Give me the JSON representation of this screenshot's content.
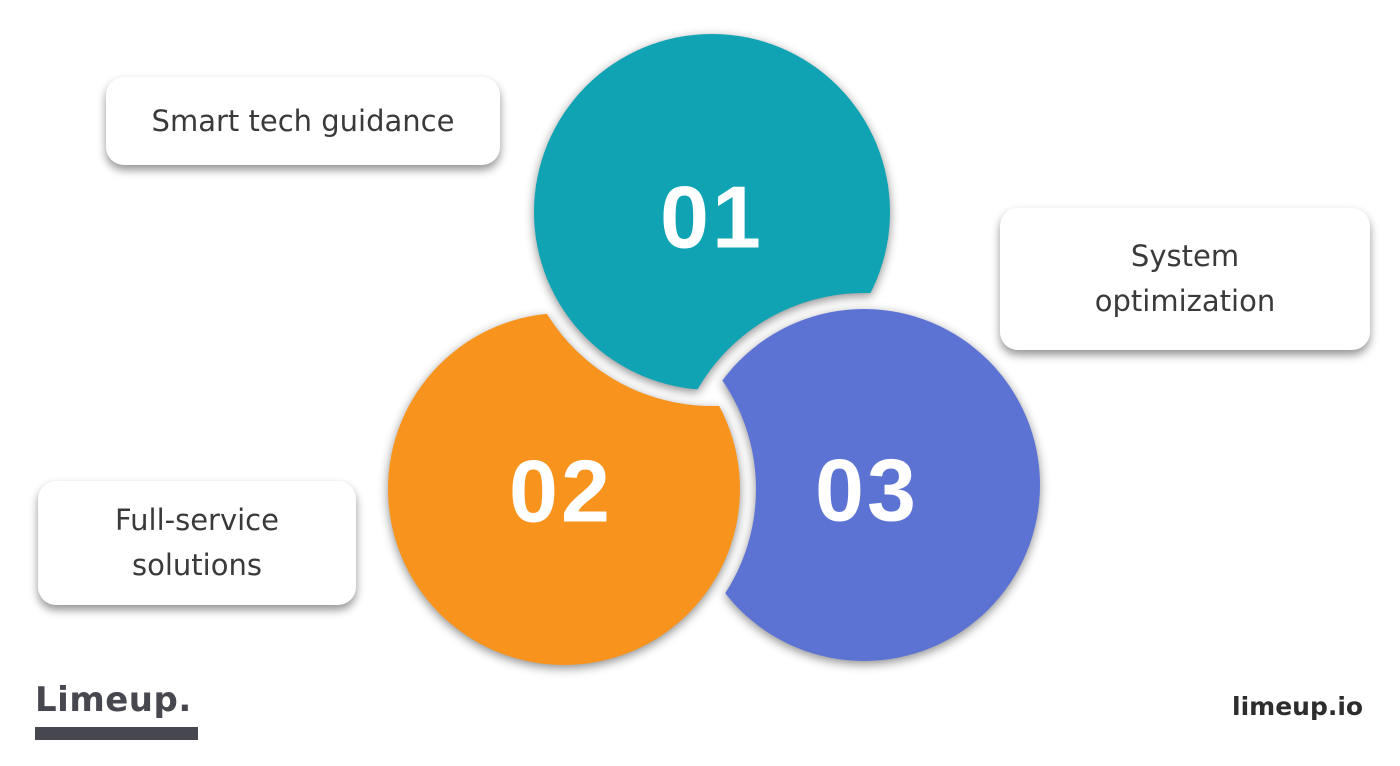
{
  "circles": [
    {
      "number": "01",
      "color": "#0FA3B3"
    },
    {
      "number": "02",
      "color": "#F8941E"
    },
    {
      "number": "03",
      "color": "#5C73D4"
    }
  ],
  "labels": [
    {
      "line1": "Smart tech guidance",
      "line2": ""
    },
    {
      "line1": "System",
      "line2": "optimization"
    },
    {
      "line1": "Full-service",
      "line2": "solutions"
    }
  ],
  "footer": {
    "logo": "Limeup.",
    "watermark": "limeup.io"
  },
  "colors": {
    "step1": "#0FA3B3",
    "step2": "#F8941E",
    "step3": "#5C73D4",
    "label_text": "#3A3A3A",
    "number_text": "#FFFFFF",
    "logo_text": "#47474F"
  }
}
